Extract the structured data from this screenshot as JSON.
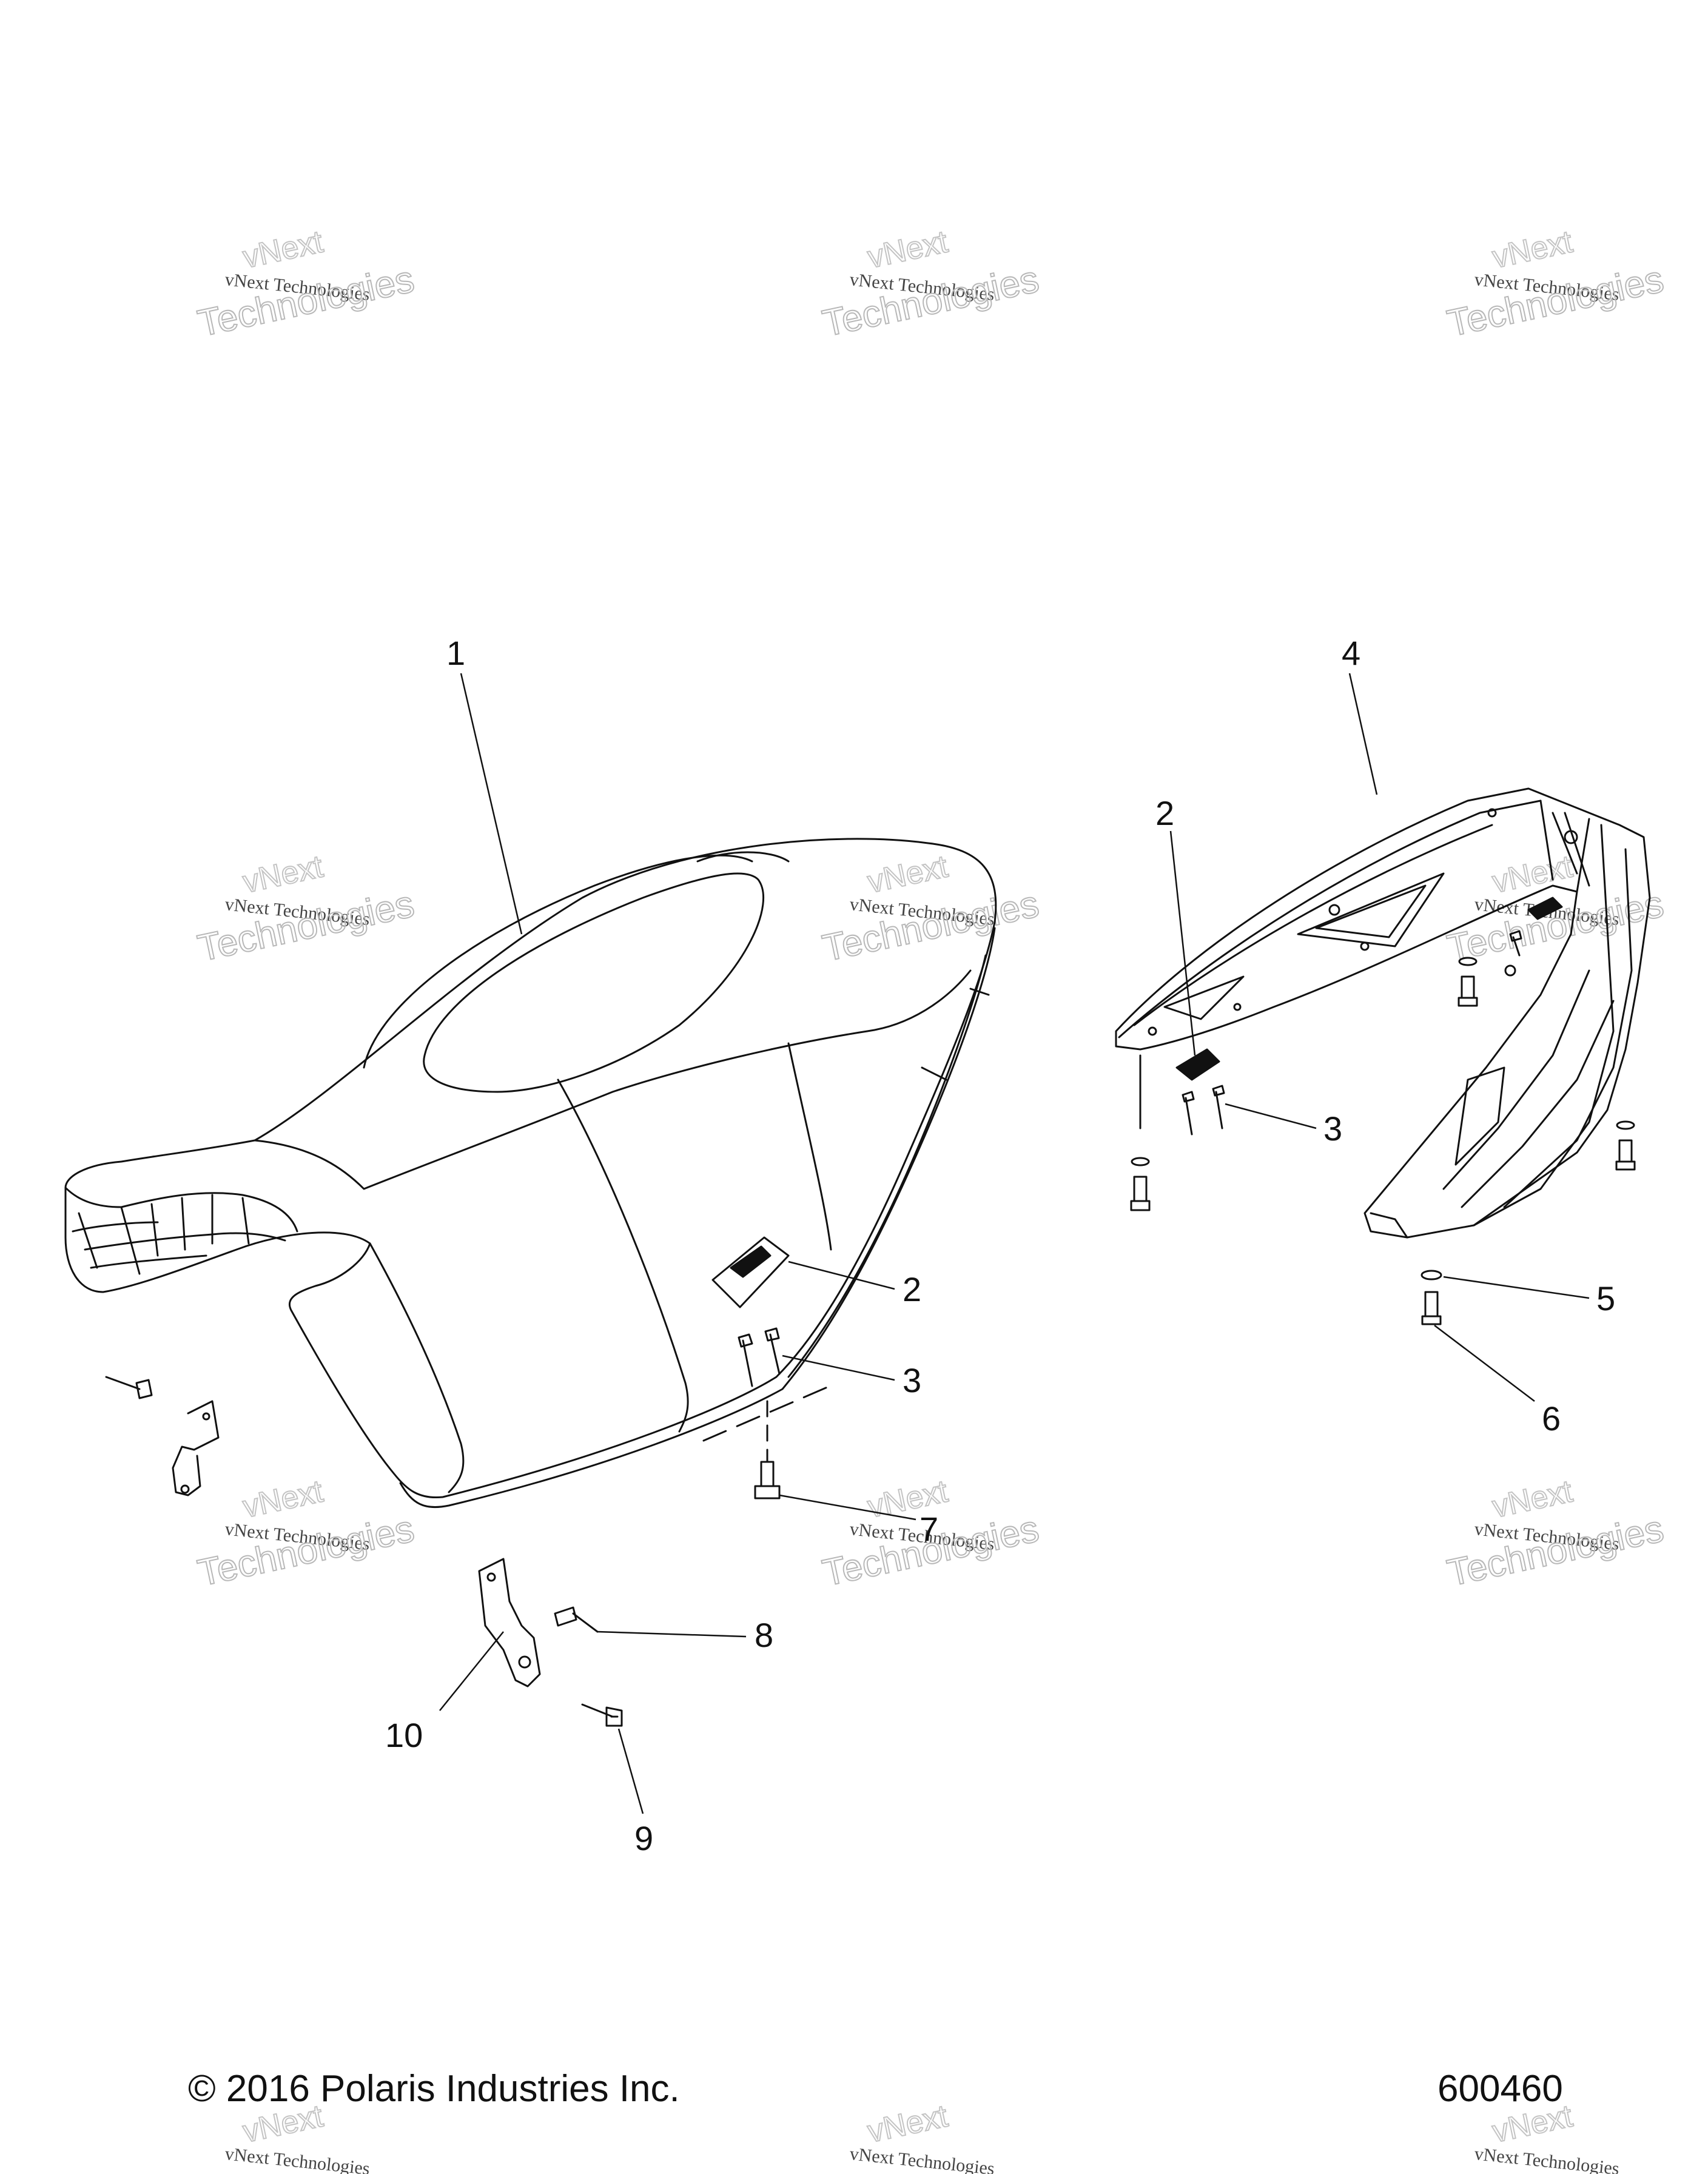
{
  "callouts": {
    "c1": "1",
    "c2a": "2",
    "c2b": "2",
    "c3a": "3",
    "c3b": "3",
    "c4": "4",
    "c5": "5",
    "c6": "6",
    "c7": "7",
    "c8": "8",
    "c9": "9",
    "c10": "10"
  },
  "watermark": {
    "line1": "vNext Technologies",
    "line2": "Technologies",
    "line0": "vNext"
  },
  "footer": {
    "copyright": "© 2016 Polaris Industries Inc.",
    "figure_number": "600460"
  }
}
